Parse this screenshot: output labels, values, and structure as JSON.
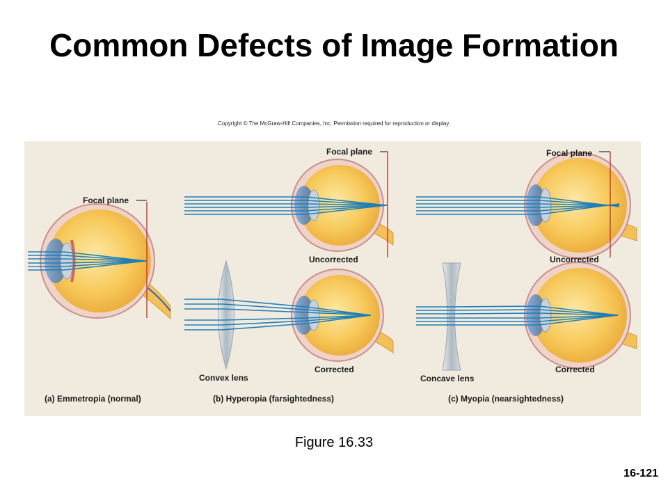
{
  "title": "Common Defects of Image Formation",
  "copyright": "Copyright © The McGraw-Hill Companies, Inc. Permission required for reproduction or display.",
  "panels": {
    "a": {
      "caption": "(a) Emmetropia (normal)",
      "focal_label": "Focal plane"
    },
    "b": {
      "caption": "(b) Hyperopia (farsightedness)",
      "focal_label": "Focal plane",
      "uncorrected": "Uncorrected",
      "corrected": "Corrected",
      "lens_label": "Convex lens"
    },
    "c": {
      "caption": "(c) Myopia (nearsightedness)",
      "focal_label": "Focal plane",
      "uncorrected": "Uncorrected",
      "corrected": "Corrected",
      "lens_label": "Concave lens"
    }
  },
  "figure_caption": "Figure 16.33",
  "page_number": "16-121",
  "colors": {
    "panel_bg": "#f1ebdf",
    "ray": "#1f7fb8",
    "focal_line": "#c0392b",
    "eye_fill": "#f6c04f",
    "sclera": "#efd3c6",
    "lens": "#b9c4cc"
  }
}
